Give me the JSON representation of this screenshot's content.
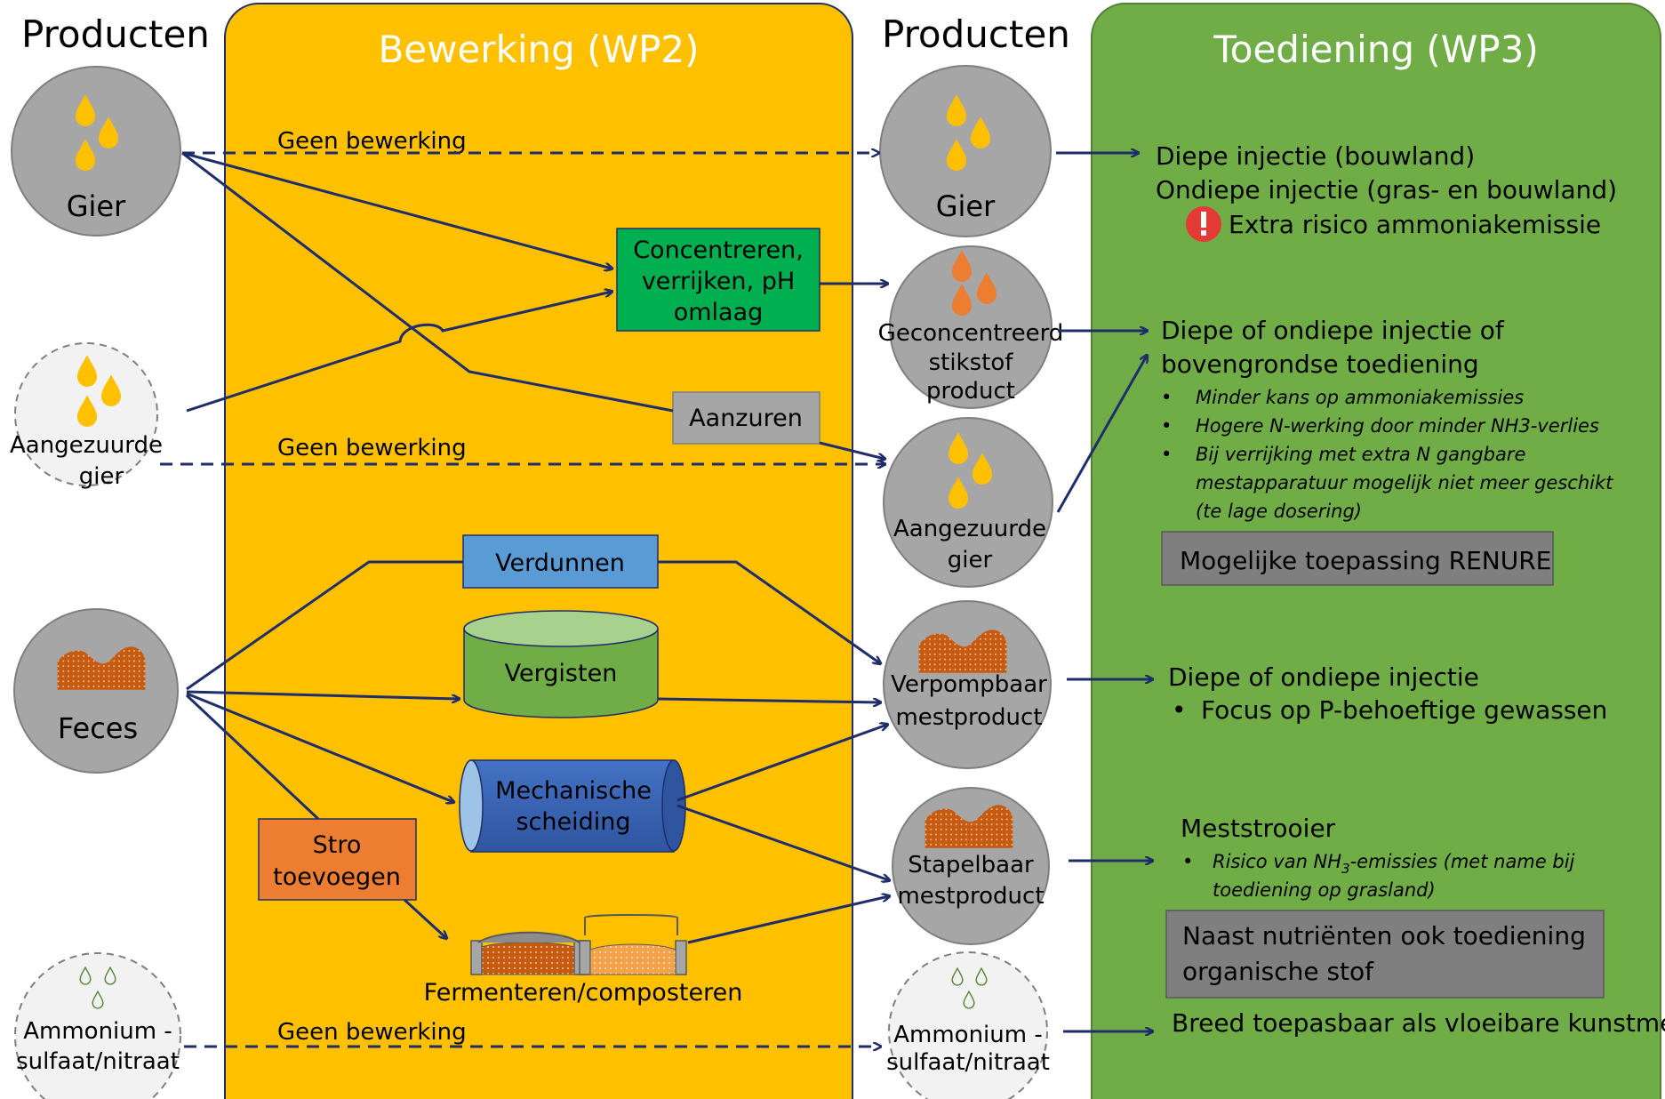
{
  "headers": {
    "producten_left": "Producten",
    "producten_mid": "Producten",
    "bewerking": "Bewerking (WP2)",
    "toediening": "Toediening (WP3)"
  },
  "colors": {
    "bewerking_panel": "#FFC000",
    "toediening_panel": "#70AD47",
    "node_fill": "#A6A6A6",
    "arrow": "#1F2D6B",
    "droplet_yellow": "#FFC000",
    "droplet_orange": "#ED7D31",
    "droplet_green": "#548235",
    "manure": "#C55A11"
  },
  "left_nodes": {
    "gier": "Gier",
    "aangezuurde_gier": [
      "Aangezuurde",
      "gier"
    ],
    "feces": "Feces",
    "ammonium": [
      "Ammonium -",
      "sulfaat/nitraat"
    ]
  },
  "mid_nodes": {
    "gier": "Gier",
    "geconcentreerd": [
      "Geconcentreerd",
      "stikstof",
      "product"
    ],
    "aangezuurde_gier": [
      "Aangezuurde",
      "gier"
    ],
    "verpompbaar": [
      "Verpompbaar",
      "mestproduct"
    ],
    "stapelbaar": [
      "Stapelbaar",
      "mestproduct"
    ],
    "ammonium": [
      "Ammonium -",
      "sulfaat/nitraat"
    ]
  },
  "processes": {
    "geen_bewerking": "Geen bewerking",
    "concentreren": [
      "Concentreren,",
      "verrijken, pH",
      "omlaag"
    ],
    "aanzuren": "Aanzuren",
    "verdunnen": "Verdunnen",
    "vergisten": "Vergisten",
    "mechanische": [
      "Mechanische",
      "scheiding"
    ],
    "stro": [
      "Stro",
      "toevoegen"
    ],
    "fermenteren": "Fermenteren/composteren"
  },
  "toediening": {
    "gier_lines": [
      "Diepe injectie (bouwland)",
      "Ondiepe injectie (gras- en bouwland)"
    ],
    "gier_warning": "Extra risico ammoniakemissie",
    "gecon_lines": [
      "Diepe of ondiepe injectie  of",
      "bovengrondse toediening"
    ],
    "gecon_bullets": [
      "Minder kans op ammoniakemissies",
      "Hogere N-werking door minder NH3-verlies",
      "Bij verrijking met extra N  gangbare",
      "mestapparatuur  mogelijk niet meer geschikt",
      "(te lage dosering)"
    ],
    "renure_box": "Mogelijke toepassing RENURE",
    "verpomp_line": "Diepe of ondiepe injectie",
    "verpomp_bullet": "Focus op P-behoeftige gewassen",
    "stapel_line": "Meststrooier",
    "stapel_bullet_pre": "Risico van NH",
    "stapel_bullet_sub": "3",
    "stapel_bullet_post": "-emissies (met name bij",
    "stapel_bullet_line2": "toediening op grasland)",
    "organisch_box": [
      "Naast nutriënten ook toediening",
      "organische stof"
    ],
    "ammonium_line": "Breed toepasbaar als vloeibare kunstmest"
  },
  "icons": {
    "warning": "exclamation-warning-icon",
    "bullet": "•"
  }
}
